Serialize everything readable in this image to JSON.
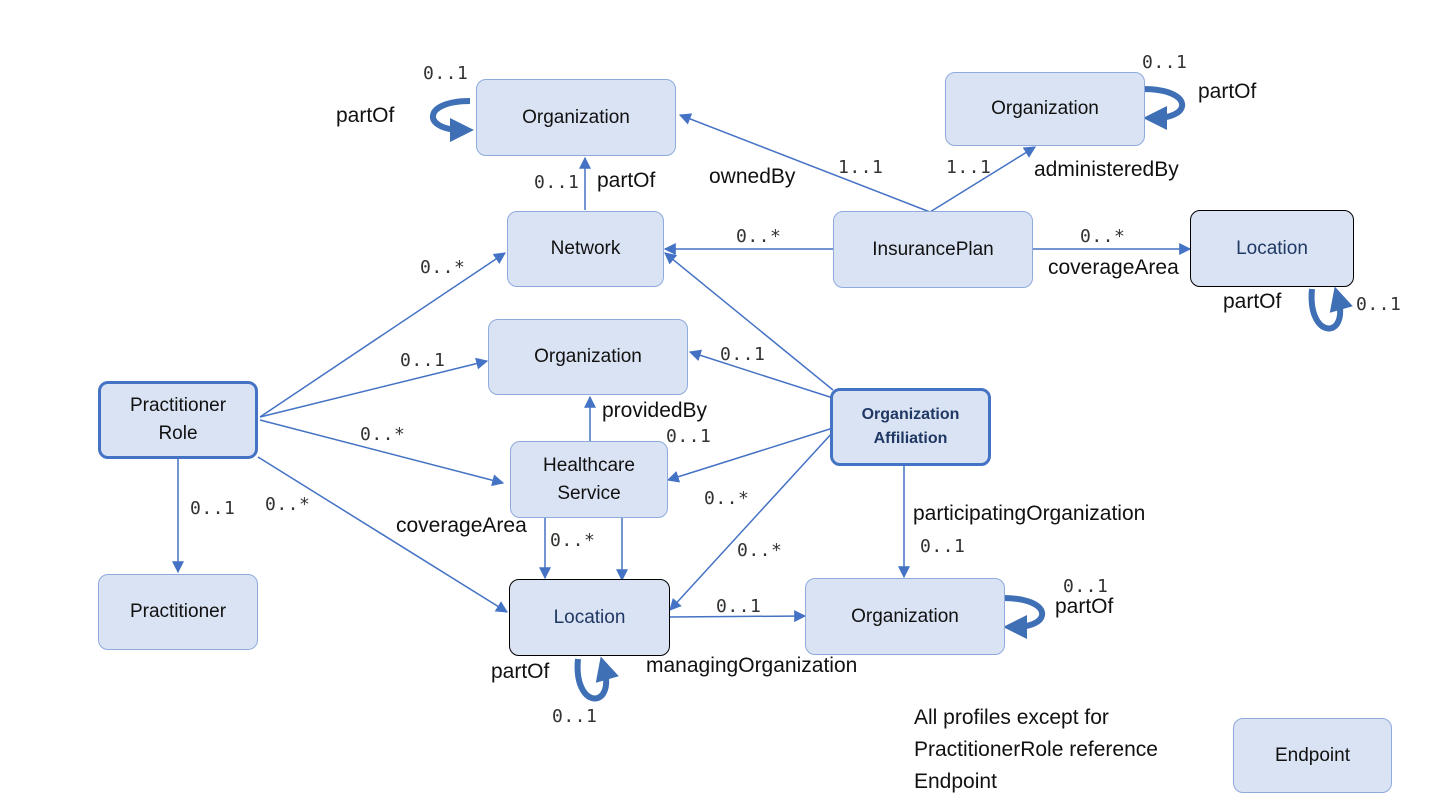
{
  "nodes": {
    "org_top": "Organization",
    "org_admin": "Organization",
    "network": "Network",
    "insurance_plan": "InsurancePlan",
    "location_coverage": "Location",
    "org_provided": "Organization",
    "practitioner_role": "Practitioner\nRole",
    "org_affiliation": "Organization\nAffiliation",
    "healthcare_service": "Healthcare\nService",
    "practitioner": "Practitioner",
    "location_main": "Location",
    "org_participating": "Organization",
    "endpoint": "Endpoint"
  },
  "labels": {
    "partof_org_top": "partOf",
    "partof_network": "partOf",
    "owned_by": "ownedBy",
    "partof_org_admin": "partOf",
    "administered_by": "administeredBy",
    "coverage_area_plan": "coverageArea",
    "partof_location_coverage": "partOf",
    "provided_by": "providedBy",
    "coverage_area_service": "coverageArea",
    "participating_organization": "participatingOrganization",
    "partof_org_participating": "partOf",
    "partof_location_main": "partOf",
    "managing_organization": "managingOrganization"
  },
  "multiplicities": {
    "org_top_self": "0..1",
    "network_partof": "0..1",
    "owned_by": "1..1",
    "administered_by": "1..1",
    "org_admin_self": "0..1",
    "plan_network": "0..*",
    "plan_coverage": "0..*",
    "location_coverage_self": "0..1",
    "role_network": "0..*",
    "role_org": "0..1",
    "affil_org": "0..1",
    "role_service": "0..*",
    "provided_by": "0..1",
    "role_practitioner": "0..1",
    "role_location": "0..*",
    "service_location": "0..*",
    "affil_service": "0..*",
    "affil_location": "0..*",
    "participating": "0..1",
    "org_participating_self": "0..1",
    "managing": "0..1",
    "location_main_self": "0..1"
  },
  "note": {
    "line1": "All profiles except for",
    "line2": "PractitionerRole reference",
    "line3": "Endpoint"
  },
  "colors": {
    "node_fill": "#dae3f3",
    "node_border": "#8faadc",
    "line": "#4472c4",
    "loop": "#3f6fb5",
    "dark_text": "#1f3864"
  }
}
